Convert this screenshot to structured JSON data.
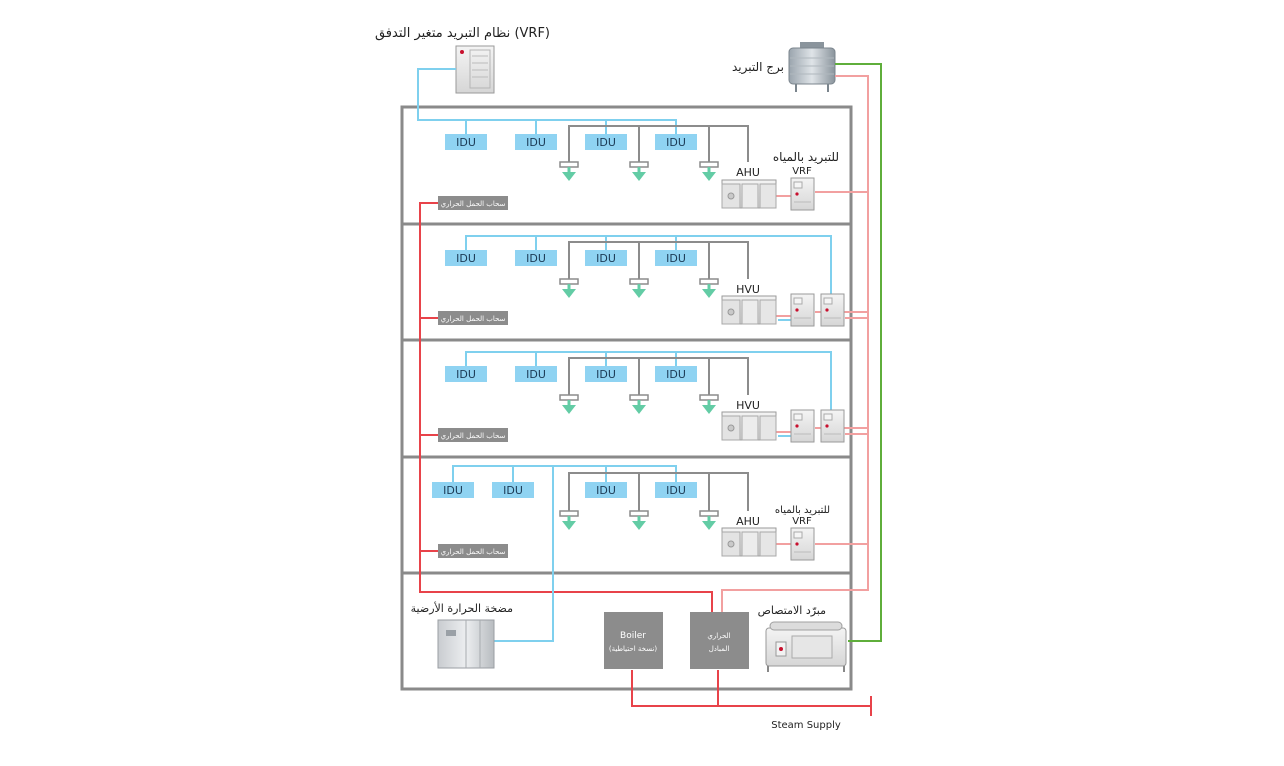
{
  "title_vrf": "نظام التبريد متغير التدفق (VRF)",
  "cooling_tower_label": "برج التبريد",
  "idu_label": "IDU",
  "ahu_label": "AHU",
  "hvu_label": "HVU",
  "vrf_label": "VRF",
  "water_cooled_label": "للتبريد بالمياه",
  "heat_sink_label": "سحاب الحمل الحراري",
  "geothermal_label": "مضخة الحرارة الأرضية",
  "boiler_label": "Boiler",
  "boiler_sub_label": "(نسخة احتياطية)",
  "exchanger_label_1": "الحراري",
  "exchanger_label_2": "المبادل",
  "absorption_chiller_label": "مبرّد الامتصاص",
  "steam_supply_label": "Steam Supply",
  "colors": {
    "frame": "#8a8a8a",
    "water_blue": "#7fd0ee",
    "pipe_grey": "#8c8c8c",
    "hot_red": "#e8434a",
    "warm_pink": "#f2a0a0",
    "green": "#5fae3b",
    "arrow_teal": "#63cca5"
  }
}
